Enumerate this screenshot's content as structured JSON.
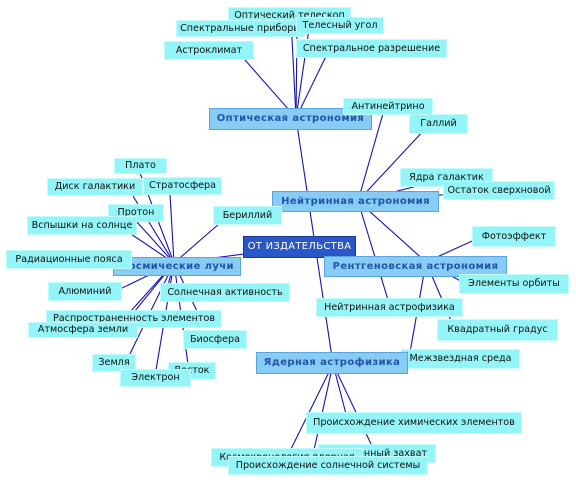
{
  "colors": {
    "edge": "#1414b4",
    "hub": "#86ccf4",
    "leaf": "#93f5f7",
    "center": "#2a57c8"
  },
  "center": {
    "label": "ОТ ИЗДАТЕЛЬСТВА"
  },
  "branches": [
    {
      "id": "optical",
      "label": "Оптическая астрономия",
      "children": [
        {
          "id": "telescope",
          "label": "Оптический телескоп"
        },
        {
          "id": "spectral-devices",
          "label": "Спектральные приборы"
        },
        {
          "id": "solid-angle",
          "label": "Телесный угол"
        },
        {
          "id": "astroclimate",
          "label": "Астроклимат"
        },
        {
          "id": "spectral-resolution",
          "label": "Спектральное разрешение"
        }
      ]
    },
    {
      "id": "neutrino",
      "label": "Нейтринная астрономия",
      "children": [
        {
          "id": "antineutrino",
          "label": "Антинейтрино"
        },
        {
          "id": "gallium",
          "label": "Галлий"
        },
        {
          "id": "galactic-nuclei",
          "label": "Ядра галактик"
        },
        {
          "id": "supernova-remnant",
          "label": "Остаток сверхновой"
        },
        {
          "id": "neutrino-astrophysics",
          "label": "Нейтринная астрофизика"
        }
      ]
    },
    {
      "id": "xray",
      "label": "Рентгеновская астрономия",
      "children": [
        {
          "id": "photoeffect",
          "label": "Фотоэффект"
        },
        {
          "id": "orbit-elements",
          "label": "Элементы орбиты"
        },
        {
          "id": "square-degree",
          "label": "Квадратный градус"
        },
        {
          "id": "interstellar-medium",
          "label": "Межзвездная среда"
        }
      ]
    },
    {
      "id": "cosmic-rays",
      "label": "Космические лучи",
      "children": [
        {
          "id": "plateau",
          "label": "Плато"
        },
        {
          "id": "galactic-disk",
          "label": "Диск галактики"
        },
        {
          "id": "stratosphere",
          "label": "Стратосфера"
        },
        {
          "id": "proton",
          "label": "Протон"
        },
        {
          "id": "solar-flares",
          "label": "Вспышки на солнце"
        },
        {
          "id": "beryllium",
          "label": "Бериллий"
        },
        {
          "id": "radiation-belts",
          "label": "Радиационные пояса"
        },
        {
          "id": "aluminium",
          "label": "Алюминий"
        },
        {
          "id": "solar-activity",
          "label": "Солнечная активность"
        },
        {
          "id": "element-abundance",
          "label": "Распространенность элементов"
        },
        {
          "id": "earth-atmosphere",
          "label": "Атмосфера земли"
        },
        {
          "id": "biosphere",
          "label": "Биосфера"
        },
        {
          "id": "earth",
          "label": "Земля"
        },
        {
          "id": "vostok",
          "label": "Восток"
        },
        {
          "id": "electron",
          "label": "Электрон"
        }
      ]
    },
    {
      "id": "nuclear",
      "label": "Ядерная астрофизика",
      "children": [
        {
          "id": "chemical-origin",
          "label": "Происхождение химических элементов"
        },
        {
          "id": "neutron-capture",
          "label": "Нейтронный захват"
        },
        {
          "id": "cosmochronology",
          "label": "Космохронология ядерная"
        },
        {
          "id": "solar-system-origin",
          "label": "Происхождение солнечной системы"
        }
      ]
    }
  ]
}
